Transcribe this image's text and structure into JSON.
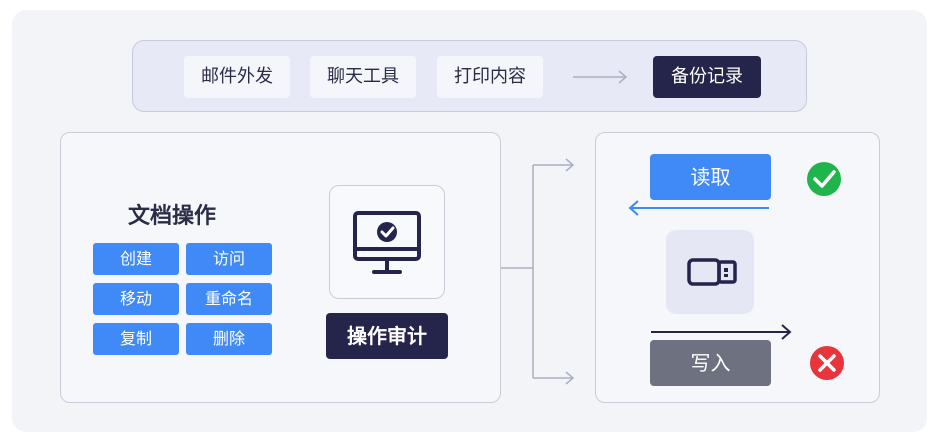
{
  "channels": {
    "items": [
      "邮件外发",
      "聊天工具",
      "打印内容"
    ],
    "result": "备份记录"
  },
  "file_ops": {
    "title": "文档操作",
    "buttons": [
      "创建",
      "访问",
      "移动",
      "重命名",
      "复制",
      "删除"
    ]
  },
  "audit": {
    "label": "操作审计",
    "icon": "monitor-check-icon"
  },
  "device": {
    "read_label": "读取",
    "write_label": "写入",
    "read_status": "allowed",
    "write_status": "blocked",
    "icon": "usb-drive-icon"
  },
  "colors": {
    "primary_blue": "#3f8af7",
    "dark_navy": "#25244a",
    "allowed_green": "#1fb54a",
    "blocked_red": "#e8343a",
    "write_gray": "#6e7180"
  }
}
